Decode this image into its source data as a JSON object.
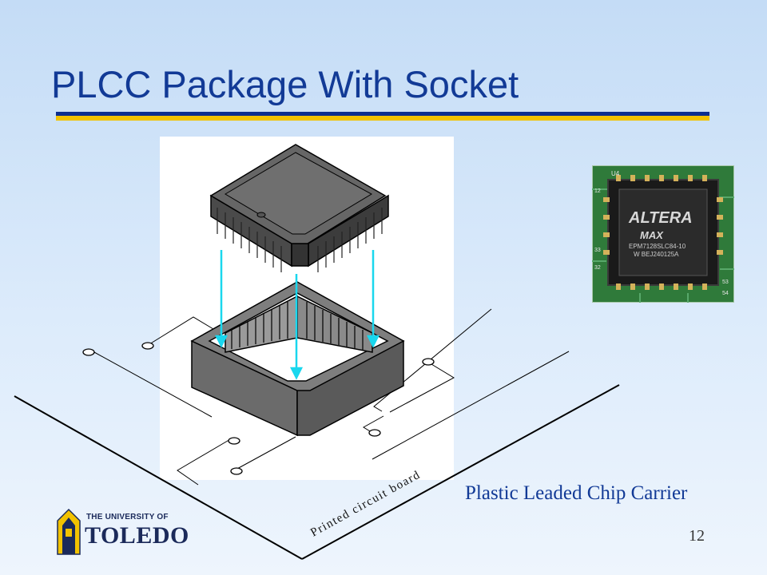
{
  "title": "PLCC Package With Socket",
  "caption": "Plastic Leaded Chip Carrier",
  "page_number": "12",
  "diagram": {
    "board_label": "Printed circuit board"
  },
  "photo": {
    "logo_text": "ALTERA",
    "product_text": "MAX",
    "part_number": "EPM7128SLC84-10",
    "date_code": "W BEJ240125A",
    "board_marks": [
      "U4",
      "12",
      "33",
      "32",
      "53",
      "54"
    ]
  },
  "university_logo": {
    "top_text": "THE UNIVERSITY OF",
    "name": "TOLEDO"
  },
  "colors": {
    "title": "#123a96",
    "rule_blue": "#0d2f8f",
    "rule_gold": "#f2c200",
    "arrow": "#19d7ee"
  }
}
